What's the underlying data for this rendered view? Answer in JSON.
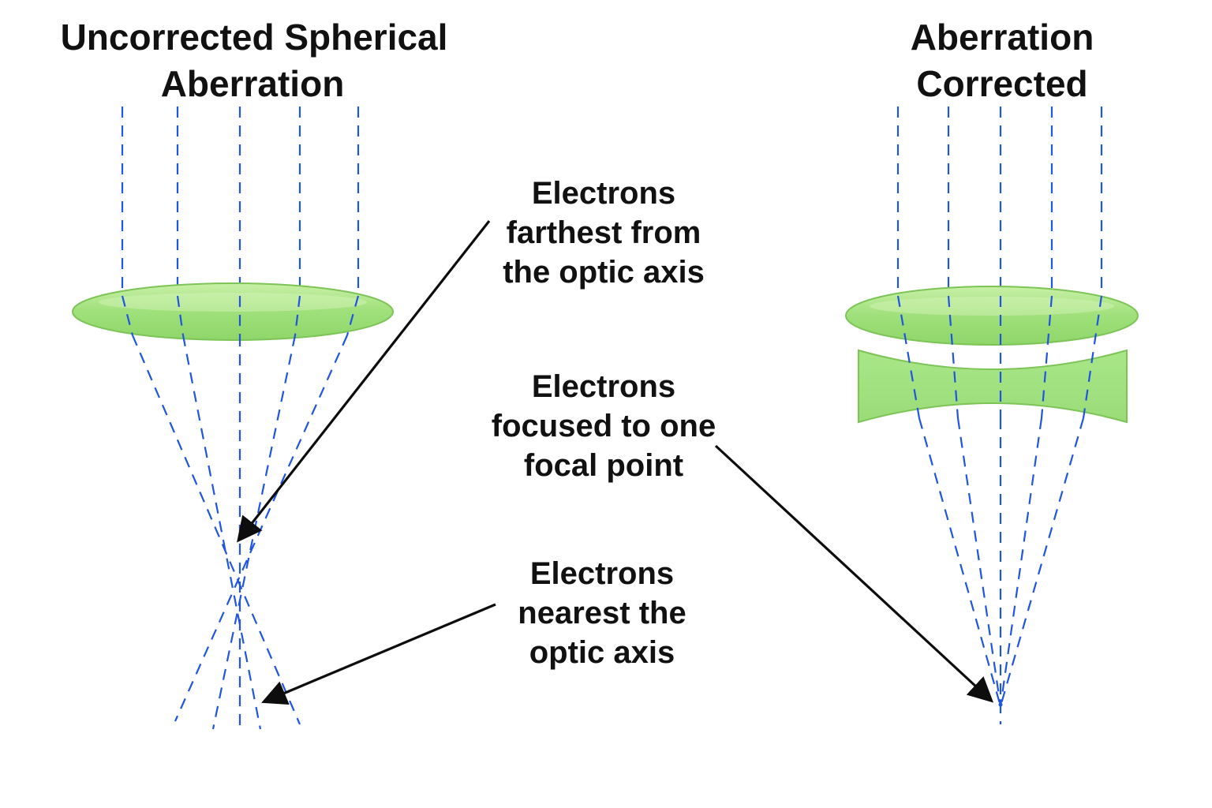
{
  "panels": {
    "left": {
      "title_line1": "Uncorrected Spherical",
      "title_line2": "Aberration"
    },
    "right": {
      "title_line1": "Aberration",
      "title_line2": "Corrected"
    }
  },
  "annotations": {
    "farthest": {
      "line1": "Electrons",
      "line2": "farthest from",
      "line3": "the optic axis"
    },
    "focused": {
      "line1": "Electrons",
      "line2": "focused to one",
      "line3": "focal point"
    },
    "nearest": {
      "line1": "Electrons",
      "line2": "nearest the",
      "line3": "optic axis"
    }
  },
  "colors": {
    "ray": "#1f55e0",
    "lens_fill": "#9fe07a",
    "lens_edge": "#7cc455",
    "arrow": "#0d0d0d",
    "text": "#111111"
  }
}
